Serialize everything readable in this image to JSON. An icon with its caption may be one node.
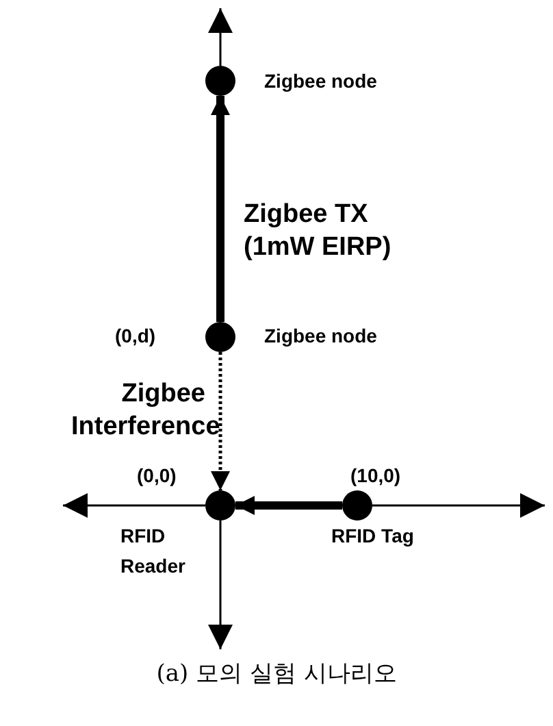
{
  "diagram": {
    "caption": "(a) 모의 실험 시나리오",
    "nodes": [
      {
        "text": [],
        "shape": "circle",
        "beside": [
          "Zigbee node"
        ]
      },
      {
        "text": [],
        "shape": "circle",
        "beside": [
          "(0,d)",
          "Zigbee node"
        ]
      },
      {
        "text": [],
        "shape": "circle",
        "beside": [
          "(0,0)",
          "RFID Reader"
        ]
      },
      {
        "text": [],
        "shape": "circle",
        "beside": [
          "(10,0)",
          "RFID Tag"
        ]
      }
    ],
    "edges": [
      {
        "from": 1,
        "to": 0,
        "arrow": "to",
        "label": "Zigbee TX (1mW EIRP)"
      },
      {
        "from": 1,
        "to": 2,
        "arrow": "to",
        "style": "dashed",
        "label": "Zigbee Interference"
      },
      {
        "from": 3,
        "to": 2,
        "arrow": "to"
      }
    ]
  }
}
